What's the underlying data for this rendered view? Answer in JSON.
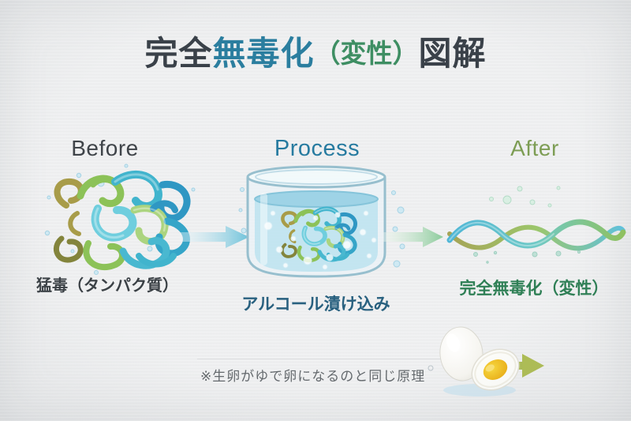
{
  "slide": {
    "title": {
      "part1": "完全",
      "part2": "無毒化",
      "part3": "（変性）",
      "part4": "図解"
    },
    "stages": [
      {
        "id": "before",
        "header": "Before",
        "caption": "猛毒（タンパク質）",
        "icon": "protein-tangle-icon"
      },
      {
        "id": "process",
        "header": "Process",
        "caption": "アルコール漬け込み",
        "icon": "beaker-icon"
      },
      {
        "id": "after",
        "header": "After",
        "caption": "完全無毒化（変性）",
        "icon": "unfolded-strand-icon"
      }
    ],
    "arrows": [
      {
        "id": "before-to-process",
        "icon": "arrow-right-icon",
        "color": "#6ec2da"
      },
      {
        "id": "process-to-after",
        "icon": "arrow-right-icon",
        "color": "#8bcb9b"
      }
    ],
    "footnote": {
      "text": "※生卵がゆで卵になるのと同じ原理",
      "icon": "egg-icon"
    },
    "colors": {
      "background": "#eff0f1",
      "title_dark": "#3a4149",
      "title_teal": "#2b7e9f",
      "title_green": "#3e8e63",
      "header_before": "#3f4449",
      "header_process": "#277ba0",
      "header_after": "#7d9d54",
      "caption_before": "#3a4045",
      "caption_process": "#28607f",
      "caption_after": "#2e7f55",
      "footnote_gray": "#64696d",
      "divider": "#dcdee0"
    }
  }
}
